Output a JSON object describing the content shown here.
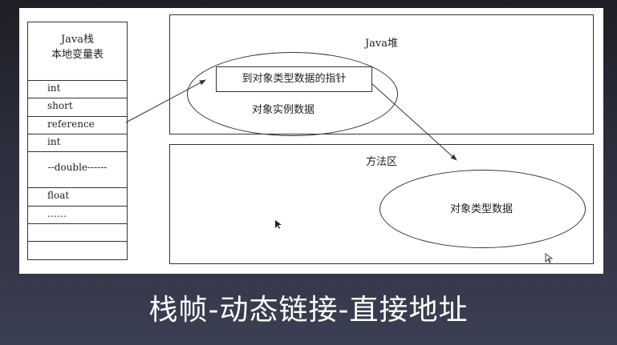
{
  "diagram": {
    "stack": {
      "title_line1": "Java栈",
      "title_line2": "本地变量表",
      "rows": [
        "int",
        "short",
        "reference",
        "int",
        "--double------",
        "float",
        "……",
        "",
        ""
      ]
    },
    "heap": {
      "title": "Java堆",
      "pointer_label": "到对象类型数据的指针",
      "instance_label": "对象实例数据"
    },
    "method_area": {
      "title": "方法区",
      "type_data_label": "对象类型数据"
    }
  },
  "caption": "栈帧-动态链接-直接地址"
}
